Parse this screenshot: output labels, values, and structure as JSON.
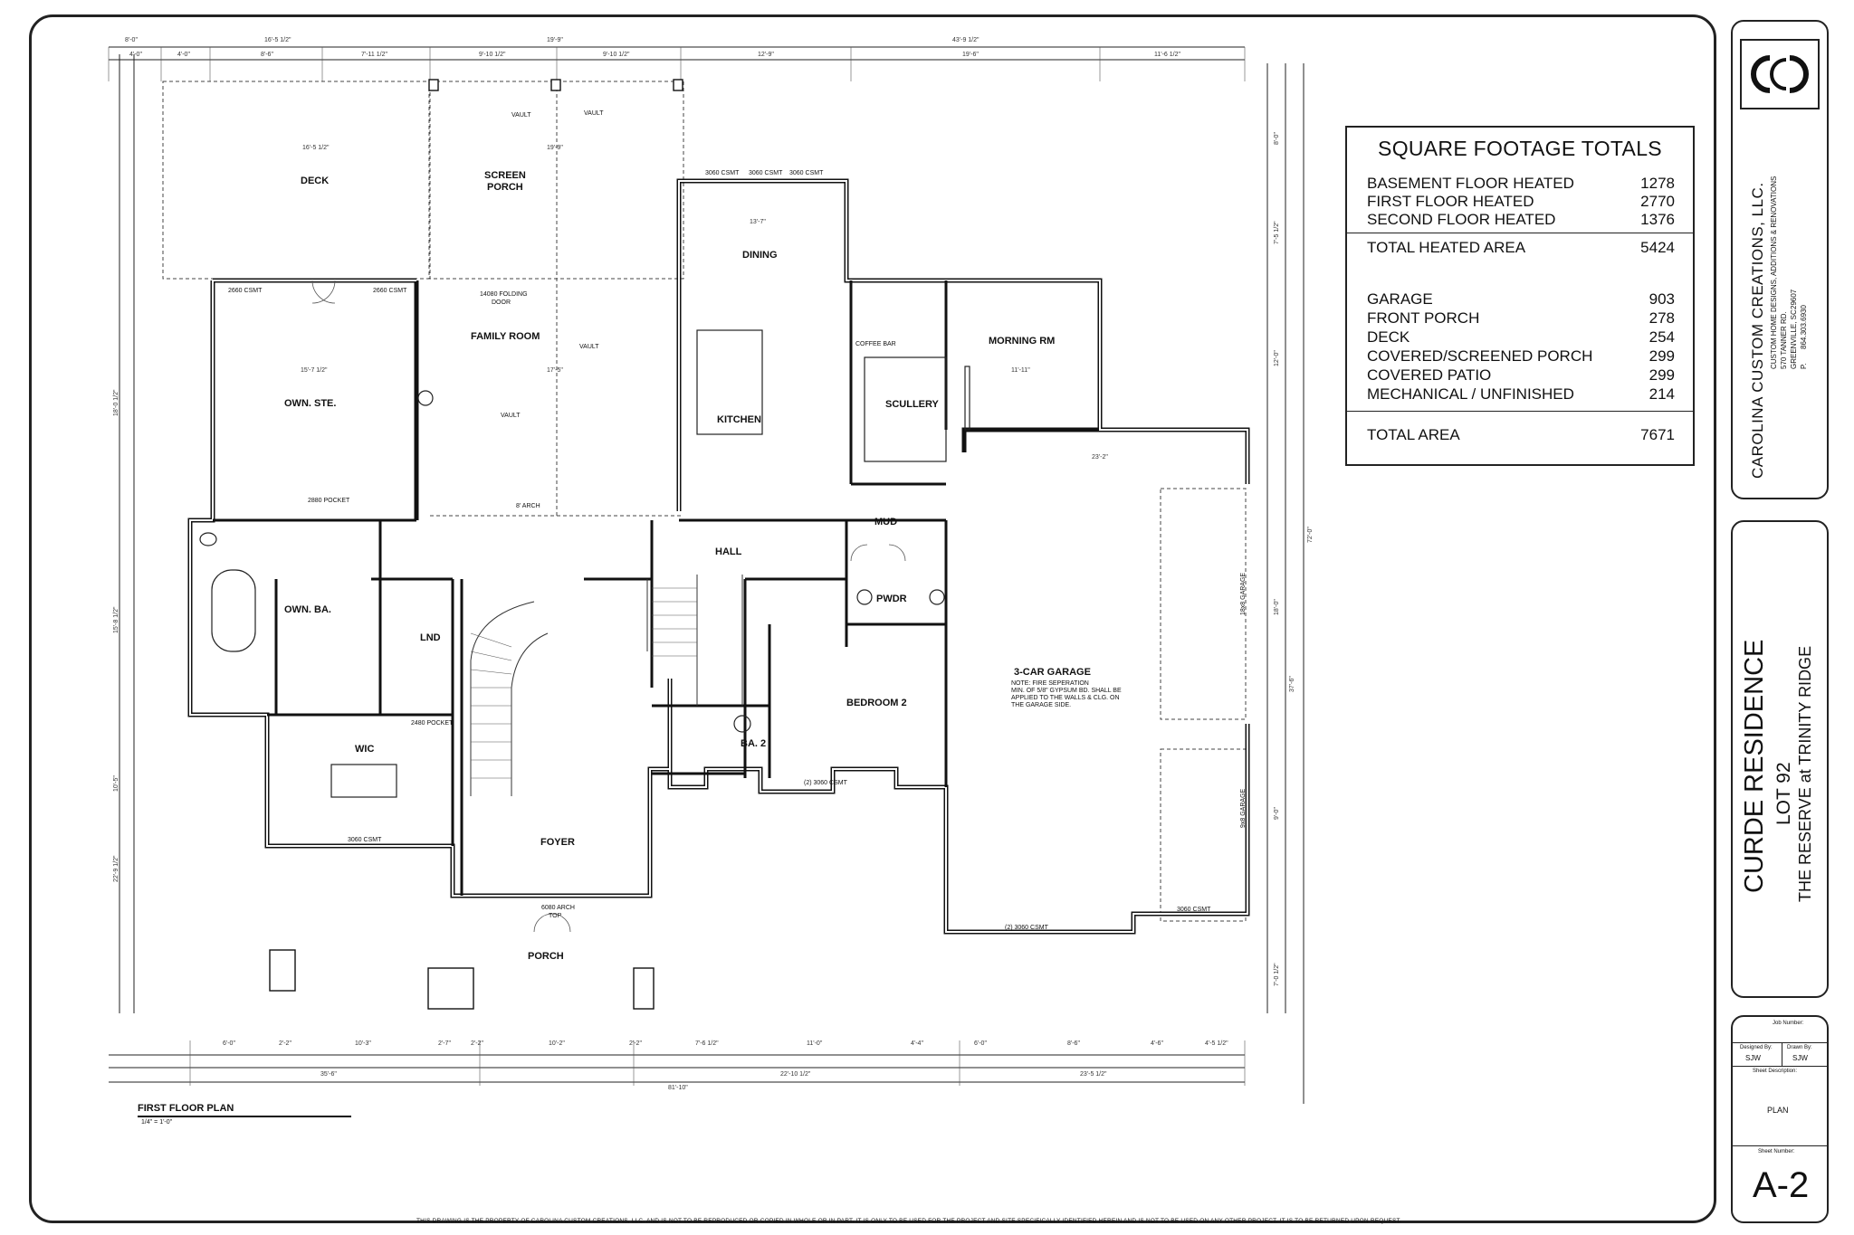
{
  "title_block": {
    "company": "CAROLINA CUSTOM CREATIONS, LLC.",
    "tagline": "CUSTOM HOME DESIGNS, ADDITIONS & RENOVATIONS",
    "address": "570 TANNER RD.",
    "city": "GREENVILLE, SC",
    "zip": "29607",
    "phone_label": "P.",
    "phone": "864.303.6930",
    "project_name": "CURDE RESIDENCE",
    "lot": "LOT 92",
    "subdivision": "THE RESERVE at TRINITY RIDGE",
    "job_number_label": "Job Number:",
    "designed_by_label": "Designed By:",
    "designed_by": "SJW",
    "drawn_by_label": "Drawn By:",
    "drawn_by": "SJW",
    "sheet_description_label": "Sheet Description:",
    "sheet_description": "PLAN",
    "sheet_number_label": "Sheet Number:",
    "sheet_number": "A-2"
  },
  "square_footage": {
    "heading": "SQUARE FOOTAGE TOTALS",
    "heated": [
      {
        "label": "BASEMENT FLOOR HEATED",
        "value": "1278"
      },
      {
        "label": "FIRST FLOOR HEATED",
        "value": "2770"
      },
      {
        "label": "SECOND FLOOR HEATED",
        "value": "1376"
      }
    ],
    "total_heated": {
      "label": "TOTAL HEATED AREA",
      "value": "5424"
    },
    "other": [
      {
        "label": "GARAGE",
        "value": "903"
      },
      {
        "label": "FRONT PORCH",
        "value": "278"
      },
      {
        "label": "DECK",
        "value": "254"
      },
      {
        "label": "COVERED/SCREENED PORCH",
        "value": "299"
      },
      {
        "label": "COVERED PATIO",
        "value": "299"
      },
      {
        "label": "MECHANICAL / UNFINISHED",
        "value": "214"
      }
    ],
    "total_area": {
      "label": "TOTAL AREA",
      "value": "7671"
    }
  },
  "plan": {
    "title": "FIRST FLOOR PLAN",
    "scale": "1/4\" = 1'-0\"",
    "rooms": {
      "deck": "DECK",
      "screen_porch_1": "SCREEN",
      "screen_porch_2": "PORCH",
      "dining": "DINING",
      "family_room": "FAMILY ROOM",
      "owner_suite": "OWN. STE.",
      "kitchen": "KITCHEN",
      "scullery": "SCULLERY",
      "morning_room": "MORNING RM",
      "coffee_bar": "COFFEE BAR",
      "hall": "HALL",
      "mud": "MUD",
      "powder": "PWDR",
      "owner_bath": "OWN. BA.",
      "laundry": "LND",
      "wic": "WIC",
      "bath_2": "BA. 2",
      "bedroom_2": "BEDROOM 2",
      "garage": "3-CAR GARAGE",
      "foyer": "FOYER",
      "porch": "PORCH"
    },
    "notes": {
      "vault_1": "VAULT",
      "vault_2": "VAULT",
      "vault_3": "VAULT",
      "vault_4": "VAULT",
      "folding_door_1": "14080 FOLDING",
      "folding_door_2": "DOOR",
      "garage_note_1": "NOTE: FIRE SEPERATION",
      "garage_note_2": "MIN. OF 5/8\" GYPSUM BD. SHALL BE",
      "garage_note_3": "APPLIED TO THE WALLS & CLG. ON",
      "garage_note_4": "THE GARAGE SIDE.",
      "arch_8": "8' ARCH",
      "foyer_door_1": "6080 ARCH",
      "foyer_door_2": "TOP",
      "garage_door_1": "18x8 GARAGE",
      "garage_door_2": "9x8 GARAGE",
      "win_3060_1": "(2) 3060 CSMT",
      "win_3060_2": "(2) 3060 CSMT",
      "win_3060_3": "3060 CSMT",
      "win_3060_4": "3060 CSMT",
      "win_2660_1": "2660 CSMT",
      "win_2660_2": "2660 CSMT",
      "pocket_2880": "2880 POCKET",
      "pocket_2480": "2480 POCKET",
      "win_3060_5": "3060 CSMT",
      "win_3060_6": "3060 CSMT",
      "win_3060_7": "3060 CSMT"
    },
    "dimensions": {
      "overall_width": "81'-10\"",
      "overall_depth": "72'-0\"",
      "top_1": "8'-0\"",
      "top_2": "16'-5 1/2\"",
      "top_3": "19'-9\"",
      "top_4": "43'-9 1/2\"",
      "top_5": "4'-0\"",
      "top_6": "4'-0\"",
      "top_7": "8'-6\"",
      "top_8": "7'-11 1/2\"",
      "top_9": "9'-10 1/2\"",
      "top_10": "9'-10 1/2\"",
      "top_11": "12'-9\"",
      "top_12": "19'-6\"",
      "top_13": "11'-6 1/2\"",
      "bot_1": "35'-6\"",
      "bot_2": "22'-10 1/2\"",
      "bot_3": "23'-5 1/2\"",
      "bot_4": "6'-0\"",
      "bot_5": "2'-2\"",
      "bot_6": "10'-3\"",
      "bot_7": "2'-7\"",
      "bot_8": "2'-2\"",
      "bot_9": "10'-2\"",
      "bot_10": "2'-2\"",
      "bot_11": "7'-6 1/2\"",
      "bot_12": "11'-0\"",
      "bot_13": "4'-4\"",
      "bot_14": "6'-0\"",
      "bot_15": "8'-6\"",
      "bot_16": "4'-6\"",
      "bot_17": "4'-5 1/2\"",
      "left_1": "18'-0 1/2\"",
      "left_2": "15'-8 1/2\"",
      "left_3": "10'-5\"",
      "left_4": "22'-9 1/2\"",
      "right_1": "8'-0\"",
      "right_2": "7'-5 1/2\"",
      "right_3": "12'-0\"",
      "right_4": "18'-0\"",
      "right_5": "37'-6\"",
      "right_6": "9'-0\"",
      "right_7": "7'-0 1/2\"",
      "deck_w": "16'-5 1/2\"",
      "porch_w": "19'-9\"",
      "dining_w": "13'-7\"",
      "owner_w": "15'-7 1/2\"",
      "family_w": "17'-5\"",
      "morning_w": "11'-11\"",
      "garage_w": "23'-2\""
    }
  },
  "footer_note": "THIS DRAWING IS THE PROPERTY OF CAROLINA CUSTOM CREATIONS, LLC. AND IS NOT TO BE REPRODUCED OR COPIED IN WHOLE OR IN PART.  IT IS ONLY TO BE USED FOR THE PROJECT AND SITE SPECIFICALLY IDENTIFIED HEREIN AND IS NOT TO BE USED ON ANY OTHER PROJECT.  IT IS TO BE RETURNED UPON REQUEST."
}
